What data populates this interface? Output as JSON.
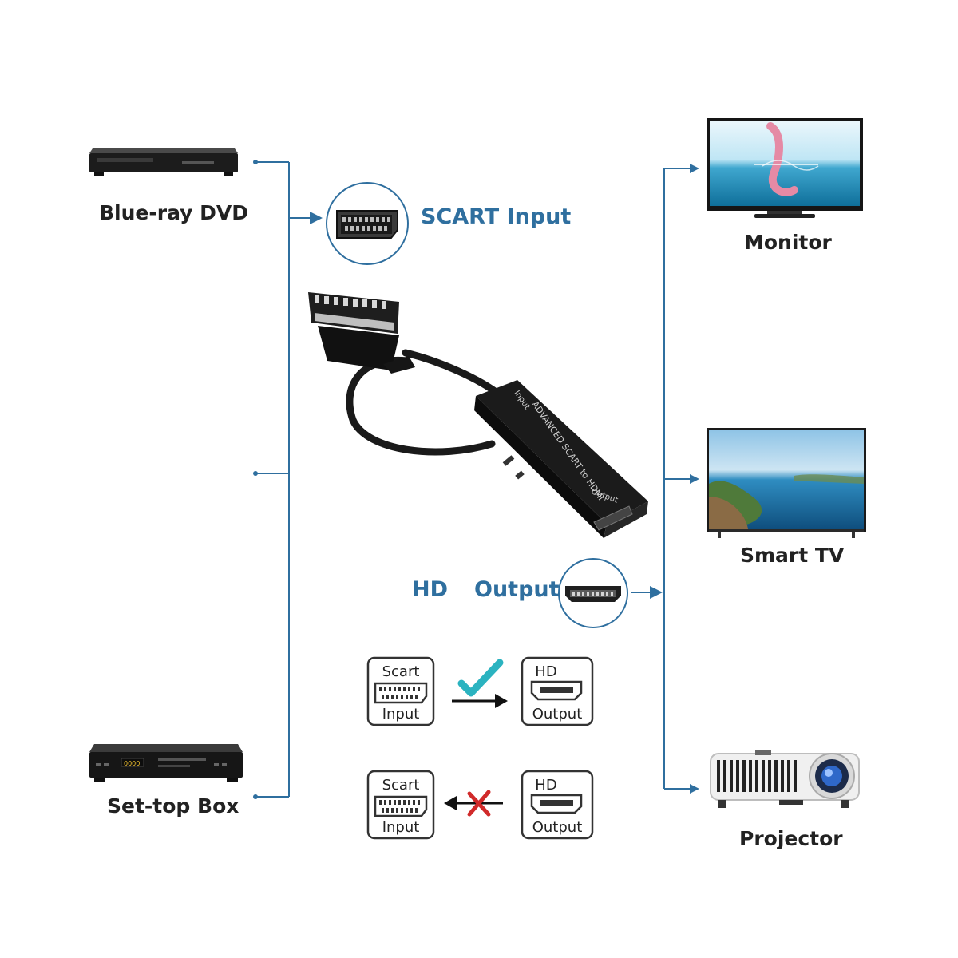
{
  "sources": {
    "bluray_label": "Blue-ray DVD",
    "settop_label": "Set-top Box"
  },
  "outputs": {
    "monitor_label": "Monitor",
    "smarttv_label": "Smart TV",
    "projector_label": "Projector"
  },
  "adapter": {
    "input_label": "SCART Input",
    "output_word_1": "HD",
    "output_word_2": "Output",
    "body_text": "ADVANCED SCART to HDMI",
    "port_text": "Output",
    "top_text": "Input"
  },
  "direction_diagram": {
    "scart_word": "Scart",
    "input_word": "Input",
    "hd_word": "HD",
    "output_word": "Output"
  },
  "colors": {
    "line": "#2f6f9f",
    "check": "#2bb3c0",
    "cross": "#d12a2a"
  }
}
